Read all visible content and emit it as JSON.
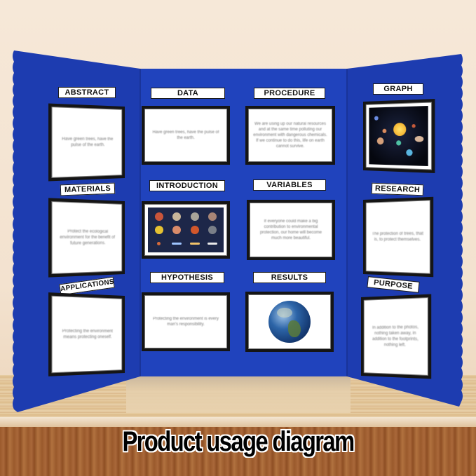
{
  "caption": "Product usage diagram",
  "colors": {
    "board_blue": "#1e3fb5",
    "board_blue_dark": "#1a37a3",
    "label_bg": "#ffffff",
    "card_frame": "#151515",
    "table_wood": "#a3622f"
  },
  "board": {
    "left_panel": [
      {
        "label": "ABSTRACT",
        "text": "Have green trees, have the pulse of the earth."
      },
      {
        "label": "MATERIALS",
        "text": "Protect the ecological environment for the benefit of future generations."
      },
      {
        "label": "APPLICATIONS",
        "text": "Protecting the environment means protecting oneself."
      }
    ],
    "center_panel": [
      {
        "label": "DATA",
        "text": "Have green trees, have the pulse of the earth."
      },
      {
        "label": "PROCEDURE",
        "text": "We are using up our natural resources and at the same time polluting our environment with dangerous chemicals. If we continue to do this, life on earth cannot survive."
      },
      {
        "label": "INTRODUCTION",
        "image": "planets-chart-image"
      },
      {
        "label": "VARIABLES",
        "text": "If everyone could make a big contribution to environmental protection, our home will become much more beautiful."
      },
      {
        "label": "HYPOTHESIS",
        "text": "Protecting the environment is every man's responsibility."
      },
      {
        "label": "RESULTS",
        "image": "earth-globe-image"
      }
    ],
    "right_panel": [
      {
        "label": "GRAPH",
        "image": "solar-system-image"
      },
      {
        "label": "RESEARCH",
        "text": "The protection of trees, that is, to protect themselves."
      },
      {
        "label": "PURPOSE",
        "text": "In addition to the photos, nothing taken away, in addition to the footprints, nothing left."
      }
    ]
  }
}
